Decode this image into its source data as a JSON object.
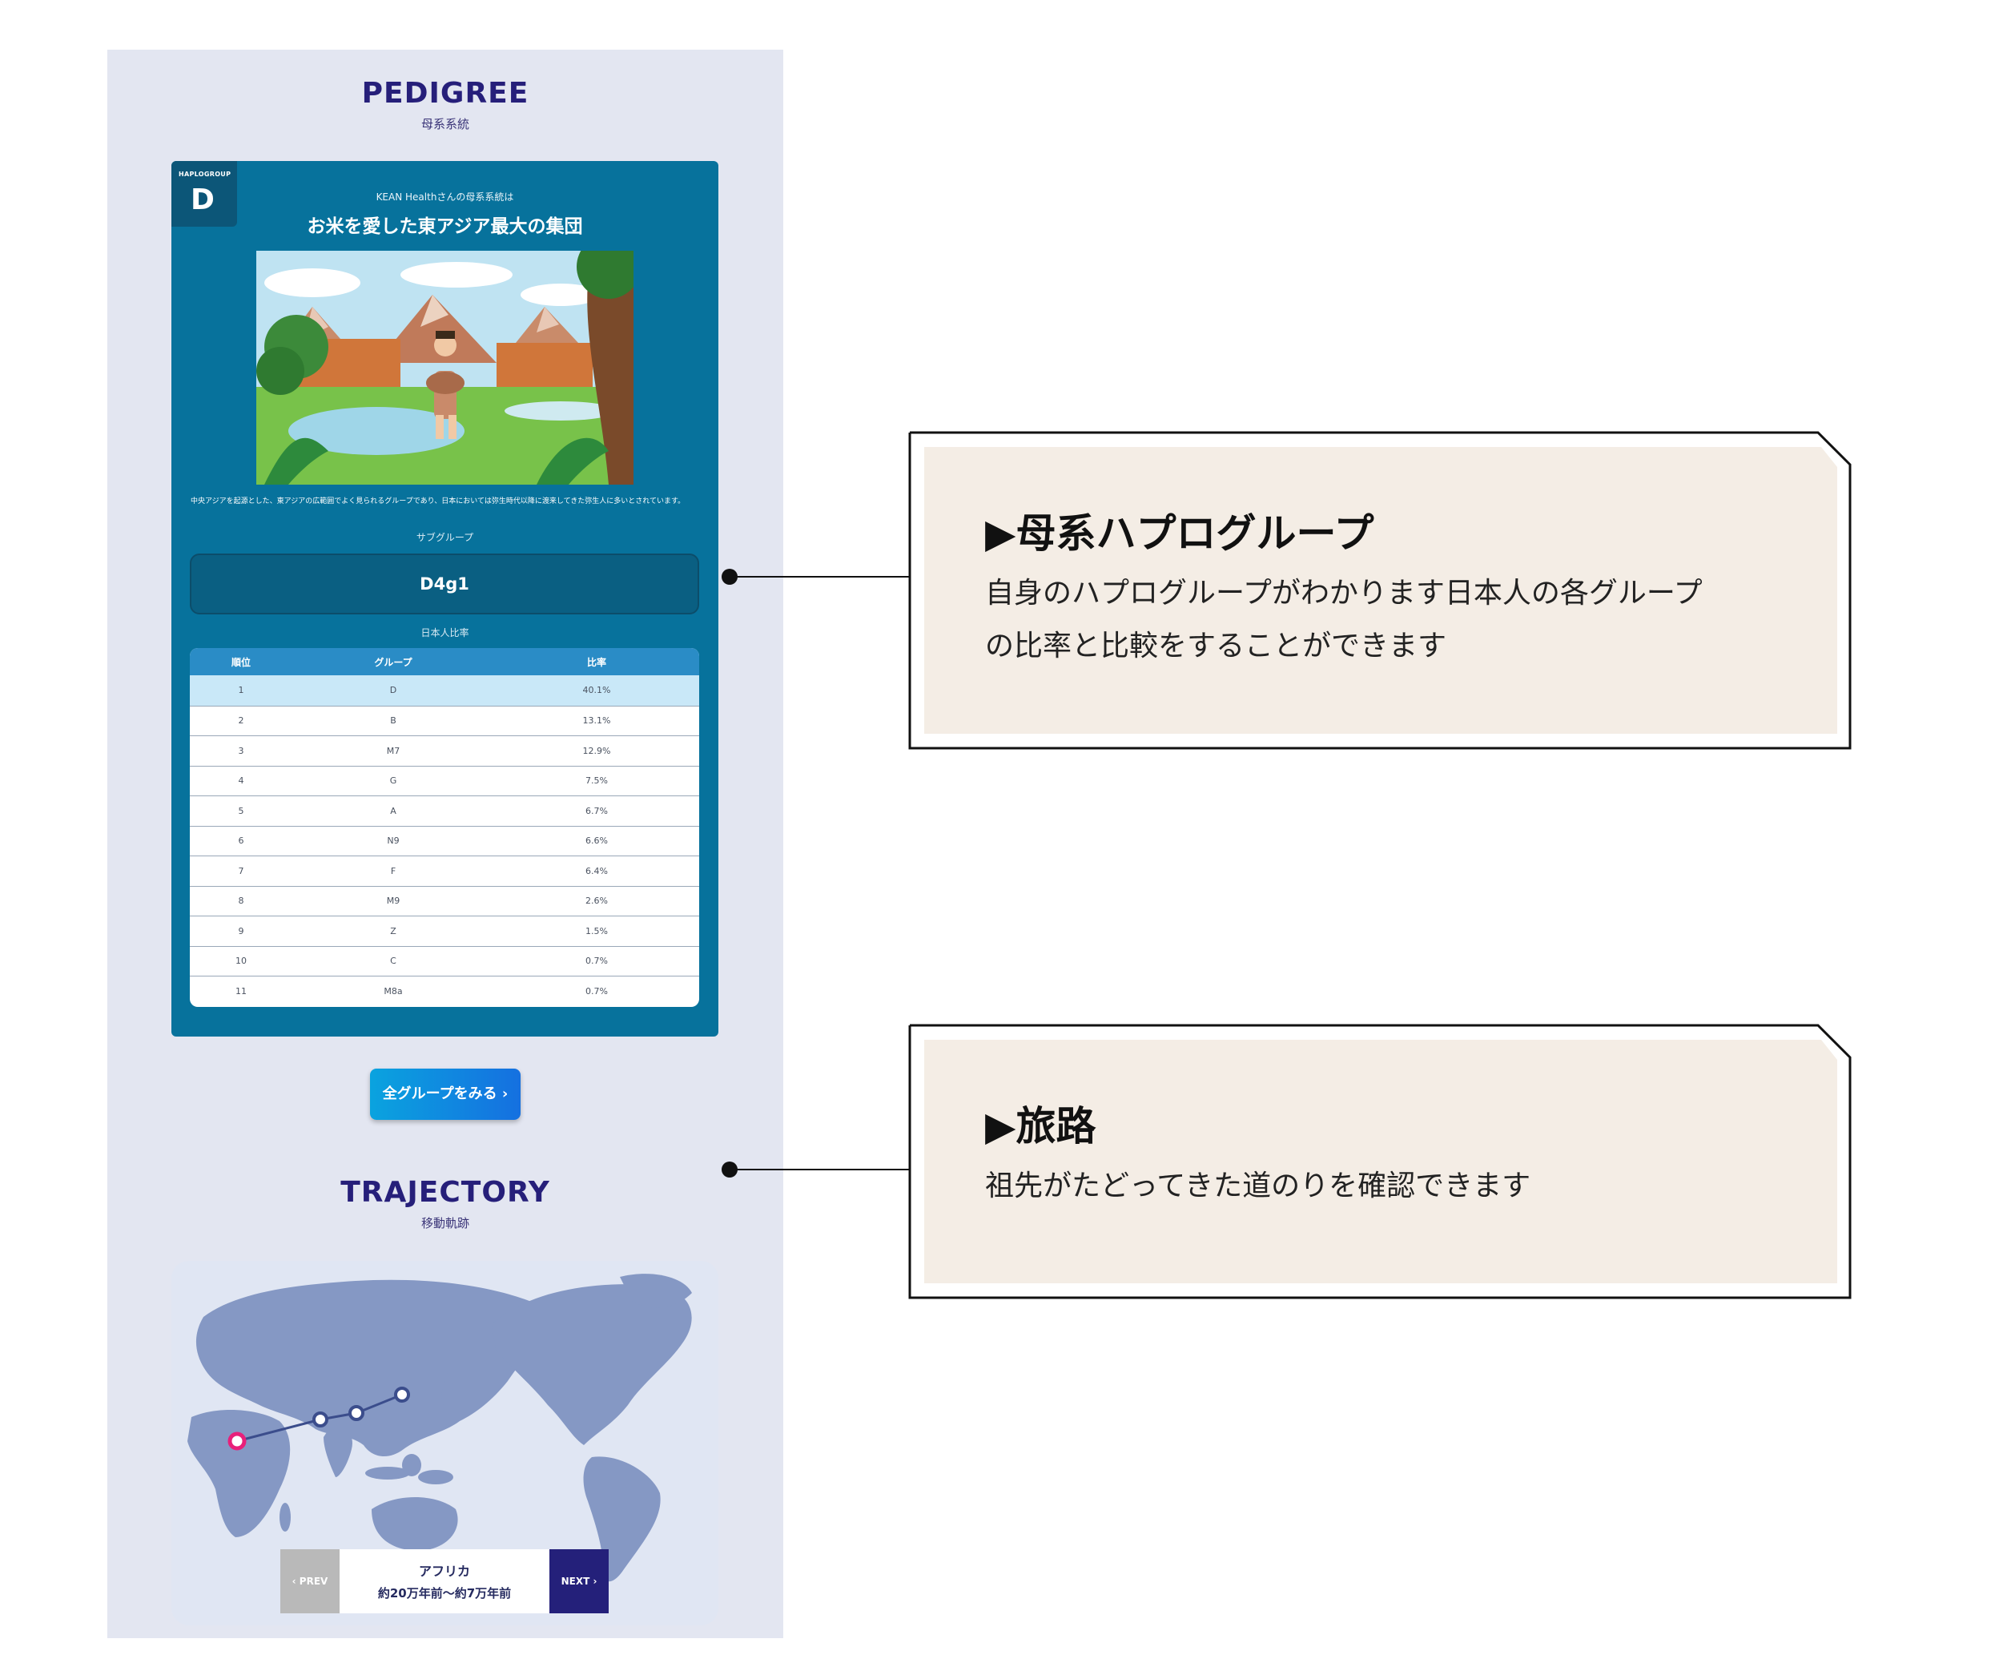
{
  "pedigree": {
    "title": "PEDIGREE",
    "subtitle": "母系系統",
    "badge_label": "HAPLOGROUP",
    "badge_letter": "D",
    "lead": "KEAN Healthさんの母系系統は",
    "headline": "お米を愛した東アジア最大の集団",
    "description": "中央アジアを起源とした、東アジアの広範囲でよく見られるグループであり、日本においては弥生時代以降に渡来してきた弥生人に多いとされています。",
    "subgroup_label": "サブグループ",
    "subgroup_value": "D4g1",
    "ratio_label": "日本人比率",
    "table": {
      "headers": [
        "順位",
        "グループ",
        "比率"
      ],
      "rows": [
        [
          "1",
          "D",
          "40.1%"
        ],
        [
          "2",
          "B",
          "13.1%"
        ],
        [
          "3",
          "M7",
          "12.9%"
        ],
        [
          "4",
          "G",
          "7.5%"
        ],
        [
          "5",
          "A",
          "6.7%"
        ],
        [
          "6",
          "N9",
          "6.6%"
        ],
        [
          "7",
          "F",
          "6.4%"
        ],
        [
          "8",
          "M9",
          "2.6%"
        ],
        [
          "9",
          "Z",
          "1.5%"
        ],
        [
          "10",
          "C",
          "0.7%"
        ],
        [
          "11",
          "M8a",
          "0.7%"
        ]
      ]
    },
    "all_groups_button": "全グループをみる ›"
  },
  "trajectory": {
    "title": "TRAJECTORY",
    "subtitle": "移動軌跡",
    "prev_label": "‹ PREV",
    "next_label": "NEXT ›",
    "region": "アフリカ",
    "period": "約20万年前〜約7万年前"
  },
  "callouts": [
    {
      "title": "▶母系ハプログループ",
      "body_line1": "自身のハプログループがわかります日本人の各グループ",
      "body_line2": "の比率と比較をすることができます"
    },
    {
      "title": "▶旅路",
      "body_line1": "祖先がたどってきた道のりを確認できます"
    }
  ],
  "colors": {
    "brand_navy": "#261f7a",
    "card_teal": "#07729c",
    "table_header": "#2a8cc6",
    "highlight_row": "#c9e8f8",
    "callout_bg": "#f4ede5",
    "route_start": "#e8207a",
    "map_land": "#8598c4"
  }
}
